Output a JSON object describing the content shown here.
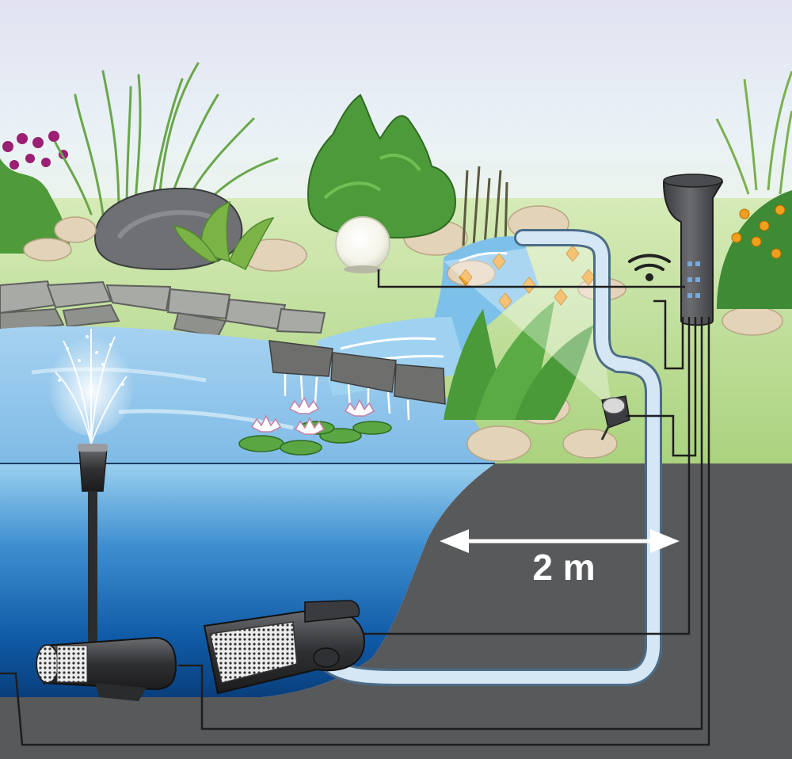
{
  "diagram": {
    "distance_label": "2 m",
    "components": [
      {
        "name": "fountain-pump",
        "icon": "pump-icon"
      },
      {
        "name": "filter-pump",
        "icon": "pump-icon"
      },
      {
        "name": "power-control-unit",
        "icon": "control-box-icon"
      },
      {
        "name": "wifi-signal",
        "icon": "wifi-icon"
      },
      {
        "name": "spotlight",
        "icon": "spotlight-icon"
      },
      {
        "name": "garden-globe-light",
        "icon": "globe-light-icon"
      },
      {
        "name": "watercourse-hose",
        "icon": "hose-icon"
      },
      {
        "name": "fountain-jet",
        "icon": "fountain-icon"
      }
    ],
    "colors": {
      "sky_top": "#e4e4f2",
      "lawn": "#b8d98a",
      "water_surface": "#8fc7ec",
      "water_deep": "#0a4f9a",
      "ground": "#58595b",
      "hose": "#cfe3f2",
      "cable": "#2a2a2a"
    }
  }
}
